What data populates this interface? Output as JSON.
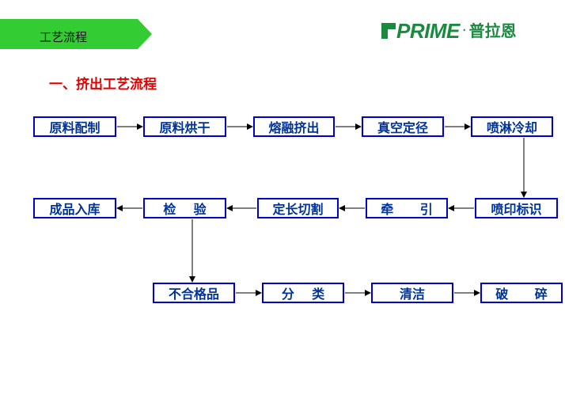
{
  "header": {
    "title": "工艺流程",
    "tab_color": "#33cc33"
  },
  "logo": {
    "brand": "PRIME",
    "separator": "·",
    "chinese": "普拉恩",
    "color": "#1a8a3e"
  },
  "section_title": "一、挤出工艺流程",
  "flow": {
    "row1": [
      "原料配制",
      "原料烘干",
      "熔融挤出",
      "真空定径",
      "喷淋冷却"
    ],
    "row2": [
      "成品入库",
      "检    验",
      "定长切割",
      "牵      引",
      "喷印标识"
    ],
    "row3": [
      "不合格品",
      "分    类",
      "清洁",
      "破      碎"
    ]
  },
  "colors": {
    "box_border": "#0000cc",
    "box_text": "#003399",
    "arrow": "#000000"
  }
}
